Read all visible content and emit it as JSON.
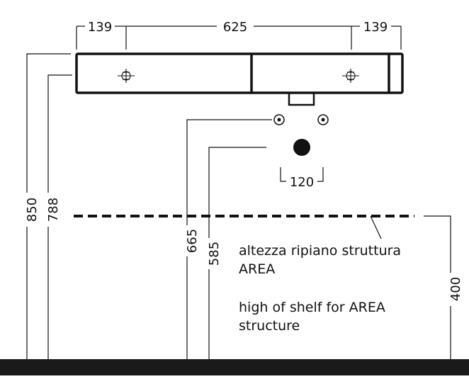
{
  "dimensions": {
    "top_left_width": "139",
    "top_center_width": "625",
    "top_right_width": "139",
    "total_height": "850",
    "basin_height": "788",
    "upper_supply_height": "665",
    "drain_height": "585",
    "supply_spacing": "120",
    "shelf_height": "400"
  },
  "notes": {
    "italian_line1": "altezza ripiano struttura",
    "italian_line2": "AREA",
    "english_line1": "high of shelf for AREA",
    "english_line2": "structure"
  },
  "colors": {
    "line": "#111111",
    "floor": "#1a1a1a",
    "background": "#ffffff"
  }
}
